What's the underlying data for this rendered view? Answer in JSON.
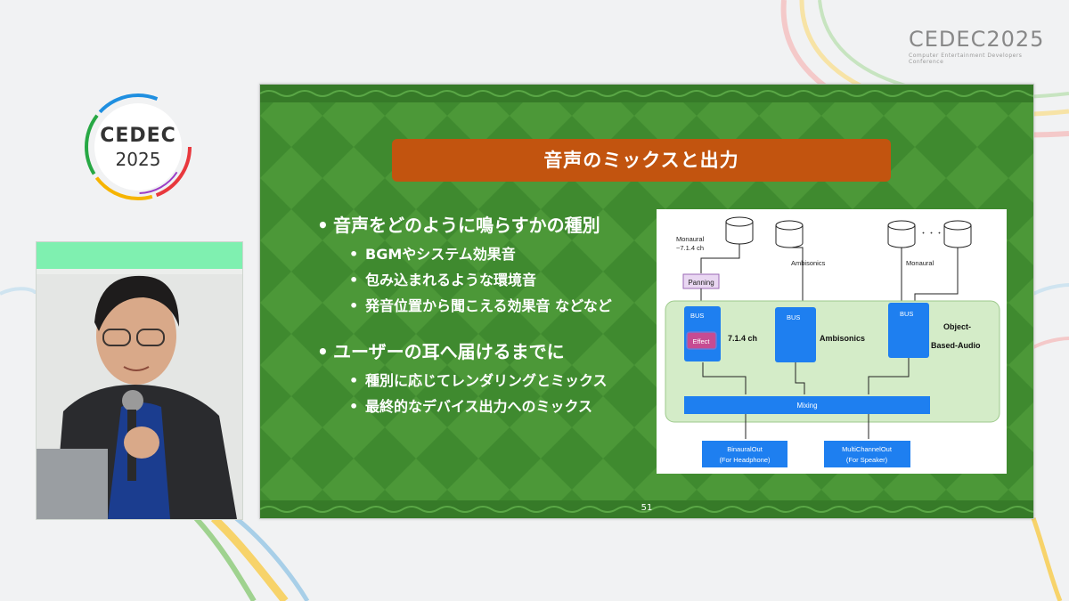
{
  "event_logo": {
    "name": "CEDEC",
    "year": "2025",
    "subtitle": "Computer Entertainment Developers Conference"
  },
  "slide": {
    "title": "音声のミックスと出力",
    "page_number": "51",
    "bullets": [
      {
        "text": "音声をどのように鳴らすかの種別",
        "sub": [
          "BGMやシステム効果音",
          "包み込まれるような環境音",
          "発音位置から聞こえる効果音 などなど"
        ]
      },
      {
        "text": "ユーザーの耳へ届けるまでに",
        "sub": [
          "種別に応じてレンダリングとミックス",
          "最終的なデバイス出力へのミックス"
        ]
      }
    ],
    "diagram": {
      "source1_label": "Monaural\n~7.1.4 ch",
      "source2_label": "Ambisonics",
      "source3_label": "Monaural",
      "ellipsis": "・・・",
      "panning": "Panning",
      "bus_label": "BUS",
      "effect": "Effect",
      "bus1_name": "7.1.4 ch",
      "bus2_name": "Ambisonics",
      "bus3_name_line1": "Object-",
      "bus3_name_line2": "Based-Audio",
      "mixing": "Mixing",
      "out1_line1": "BinauralOut",
      "out1_line2": "(For Headphone)",
      "out2_line1": "MultiChannelOut",
      "out2_line2": "(For Speaker)"
    }
  },
  "colors": {
    "slide_green": "#3f8a2f",
    "title_orange": "#c2540f",
    "bus_blue": "#1e7ff0",
    "group_green": "#d4ecc8"
  }
}
